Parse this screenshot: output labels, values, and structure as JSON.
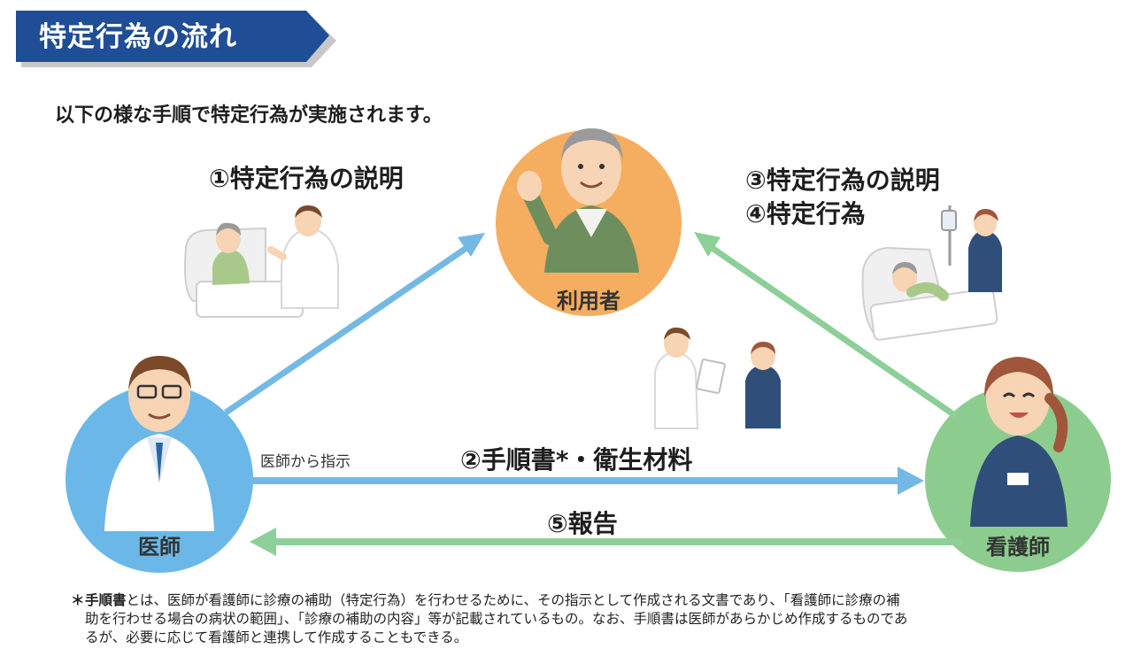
{
  "header": {
    "title": "特定行為の流れ"
  },
  "intro": "以下の様な手順で特定行為が実施されます。",
  "nodes": {
    "user": "利用者",
    "doctor": "医師",
    "nurse": "看護師"
  },
  "steps": {
    "step1": "①特定行為の説明",
    "step2": "②手順書*・衛生材料",
    "step3": "③特定行為の説明",
    "step4": "④特定行為",
    "step5": "⑤報告",
    "instruction": "医師から指示"
  },
  "footnote": {
    "asterisk": "＊",
    "lead": "手順書",
    "line1_rest": "とは、医師が看護師に診療の補助（特定行為）を行わせるために、その指示として作成される文書であり、「看護師に診療の補",
    "line2": "助を行わせる場合の病状の範囲」、「診療の補助の内容」等が記載されているもの。なお、手順書は医師があらかじめ作成するものであ",
    "line3": "るが、必要に応じて看護師と連携して作成することもできる。"
  },
  "colors": {
    "banner": "#1f4e96",
    "doctor_circle": "#6bb8e8",
    "user_circle": "#f5ad5f",
    "nurse_circle": "#8dcc8f",
    "blue_arrow": "#74b9e4",
    "green_arrow": "#8dcf98"
  }
}
